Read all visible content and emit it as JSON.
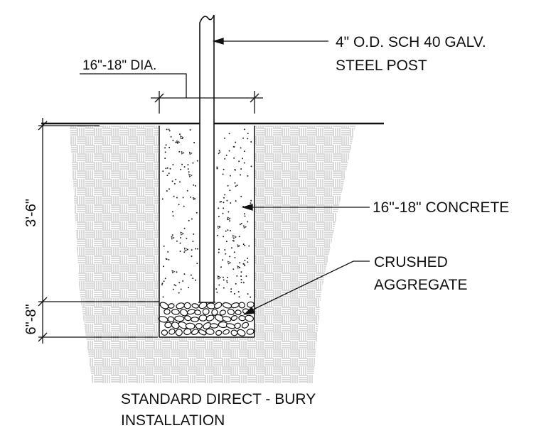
{
  "labels": {
    "post_line1": "4\" O.D. SCH 40 GALV.",
    "post_line2": "STEEL POST",
    "diameter": "16\"-18\" DIA.",
    "concrete": "16\"-18\" CONCRETE",
    "aggregate_line1": "CRUSHED",
    "aggregate_line2": "AGGREGATE",
    "depth_main": "3'-6\"",
    "depth_base": "6\"-8\"",
    "title_line1": "STANDARD DIRECT - BURY",
    "title_line2": "INSTALLATION"
  },
  "colors": {
    "line": "#111111",
    "soil_hatch": "#b4b4b4",
    "background": "#ffffff"
  }
}
